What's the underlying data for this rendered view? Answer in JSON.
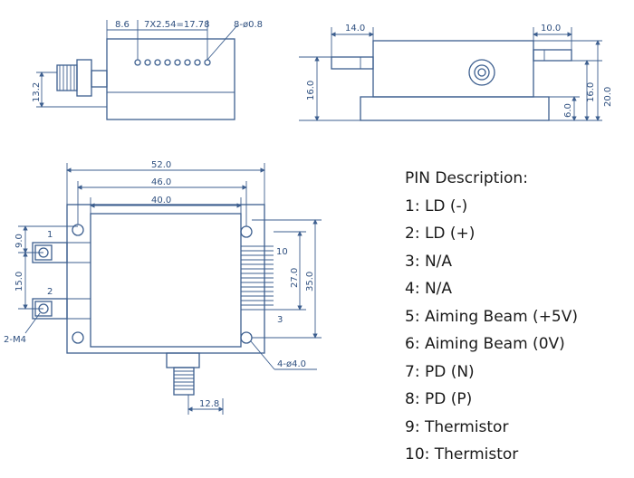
{
  "dimensions": {
    "top_left": {
      "pitch_8_6": "8.6",
      "pin_span": "7X2.54=17.78",
      "pin_holes": "8-ø0.8",
      "height_13_2": "13.2"
    },
    "top_right": {
      "width_14": "14.0",
      "width_10": "10.0",
      "height_16_left": "16.0",
      "height_16_right": "16.0",
      "height_20": "20.0",
      "height_6": "6.0"
    },
    "main": {
      "width_52": "52.0",
      "width_46": "46.0",
      "width_40": "40.0",
      "height_27": "27.0",
      "height_35": "35.0",
      "left_9": "9.0",
      "left_15": "15.0",
      "thread": "2-M4",
      "holes": "4-ø4.0",
      "connector_12_8": "12.8",
      "pin_label_1": "1",
      "pin_label_2": "2",
      "pin_label_10": "10",
      "pin_label_3": "3"
    }
  },
  "pin_description": {
    "title": "PIN Description:",
    "items": [
      "1: LD (-)",
      "2: LD (+)",
      "3: N/A",
      "4: N/A",
      "5: Aiming Beam (+5V)",
      "6: Aiming Beam (0V)",
      "7: PD (N)",
      "8: PD (P)",
      "9: Thermistor",
      "10: Thermistor"
    ]
  }
}
